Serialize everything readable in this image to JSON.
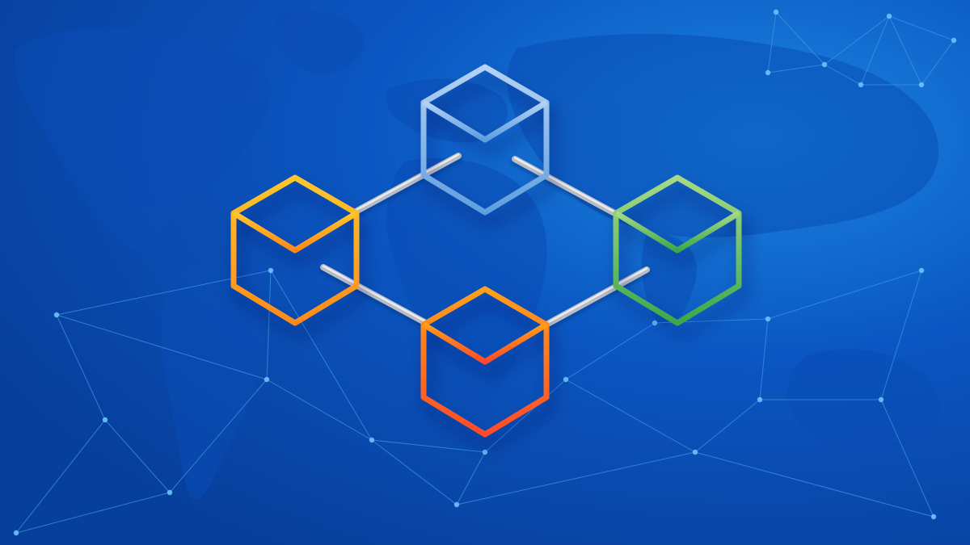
{
  "palette": {
    "background_dark": "#073f9c",
    "background_mid": "#0b56c2",
    "background_light": "#1a86e0",
    "map_land": "#0a4db4",
    "network_line": "#3d9be6",
    "network_node": "#6fc0ff",
    "connector": "#b7bcc6",
    "connector_highlight": "#f2f3f6"
  },
  "blocks": [
    {
      "name": "top",
      "color_top": "#b4d2f4",
      "color_bottom": "#5f9fe0"
    },
    {
      "name": "left",
      "color_top": "#ffc62a",
      "color_bottom": "#ff8a1c"
    },
    {
      "name": "right",
      "color_top": "#a6d986",
      "color_bottom": "#3ca84a"
    },
    {
      "name": "bottom",
      "color_top": "#ff9f1a",
      "color_bottom": "#ff4a2a"
    }
  ],
  "connections": [
    [
      "left",
      "top"
    ],
    [
      "top",
      "right"
    ],
    [
      "left",
      "bottom"
    ],
    [
      "bottom",
      "right"
    ]
  ],
  "icons": {
    "blockchain": "blockchain-icon",
    "world_map": "world-map-icon",
    "network_mesh": "network-mesh-icon"
  }
}
